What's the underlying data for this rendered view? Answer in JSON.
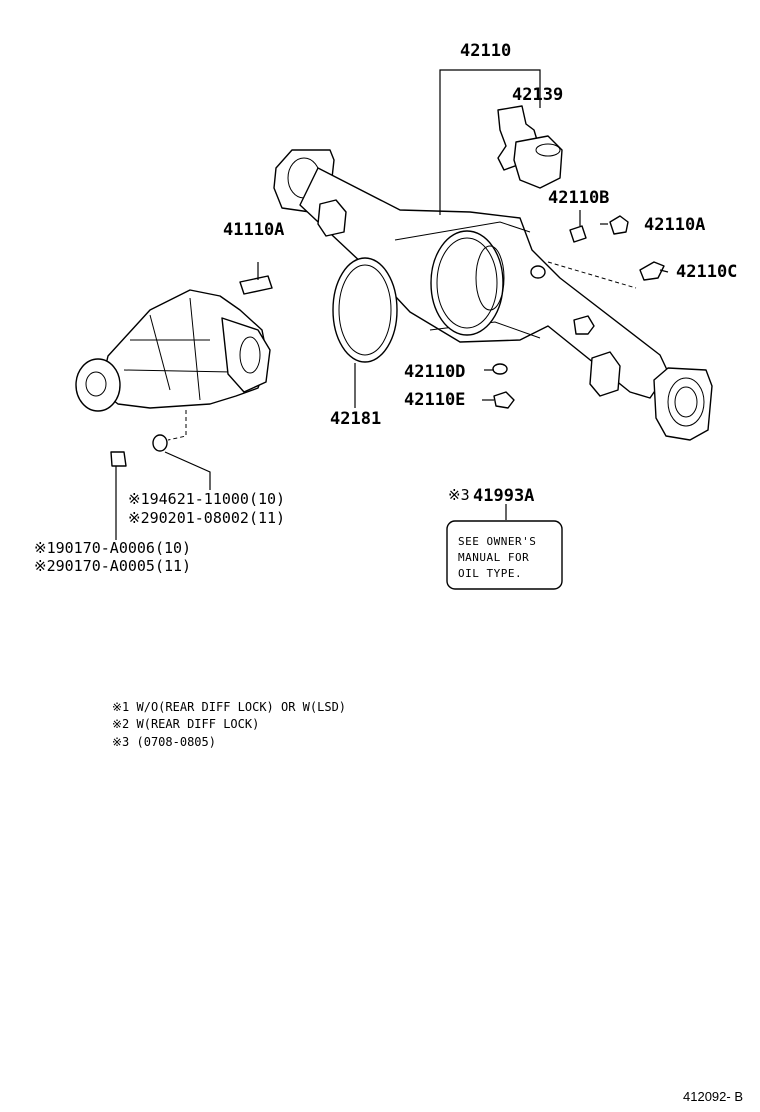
{
  "parts": {
    "p42110": "42110",
    "p42139": "42139",
    "p42110B": "42110B",
    "p42110A": "42110A",
    "p42110C": "42110C",
    "p41110A": "41110A",
    "p42110D": "42110D",
    "p42110E": "42110E",
    "p42181": "42181"
  },
  "subparts": {
    "a1": "※194621-11000(10)",
    "a2": "※290201-08002(11)",
    "b1": "※190170-A0006(10)",
    "b2": "※290170-A0005(11)",
    "c_mark": "※3",
    "c_num": "41993A"
  },
  "oil_label": {
    "line1": "SEE OWNER'S",
    "line2": "MANUAL FOR",
    "line3": "OIL TYPE."
  },
  "notes": {
    "n1": "※1 W/O(REAR DIFF LOCK) OR W(LSD)",
    "n2": "※2 W(REAR DIFF LOCK)",
    "n3": "※3 (0708-0805)"
  },
  "reference": "412092- B"
}
